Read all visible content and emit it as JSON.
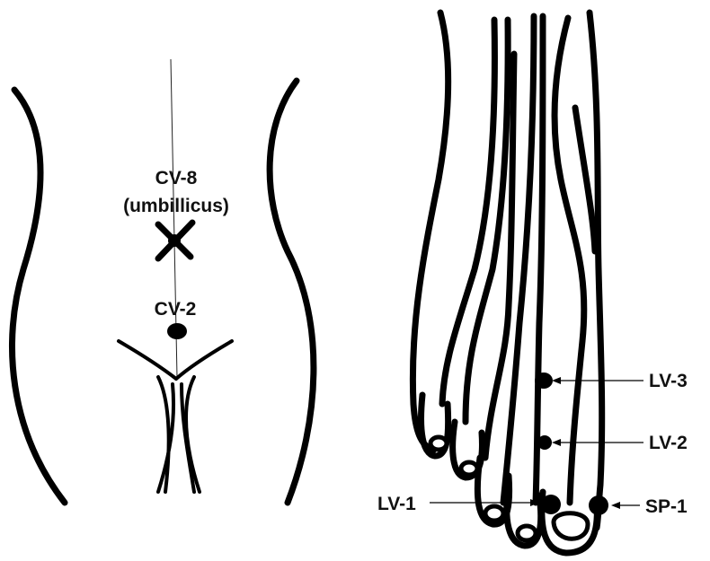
{
  "labels": {
    "cv8": "CV-8",
    "umbilicus": "(umbillicus)",
    "cv2": "CV-2",
    "lv3": "LV-3",
    "lv2": "LV-2",
    "lv1": "LV-1",
    "sp1": "SP-1"
  },
  "colors": {
    "ink": "#000000",
    "background": "#ffffff"
  }
}
